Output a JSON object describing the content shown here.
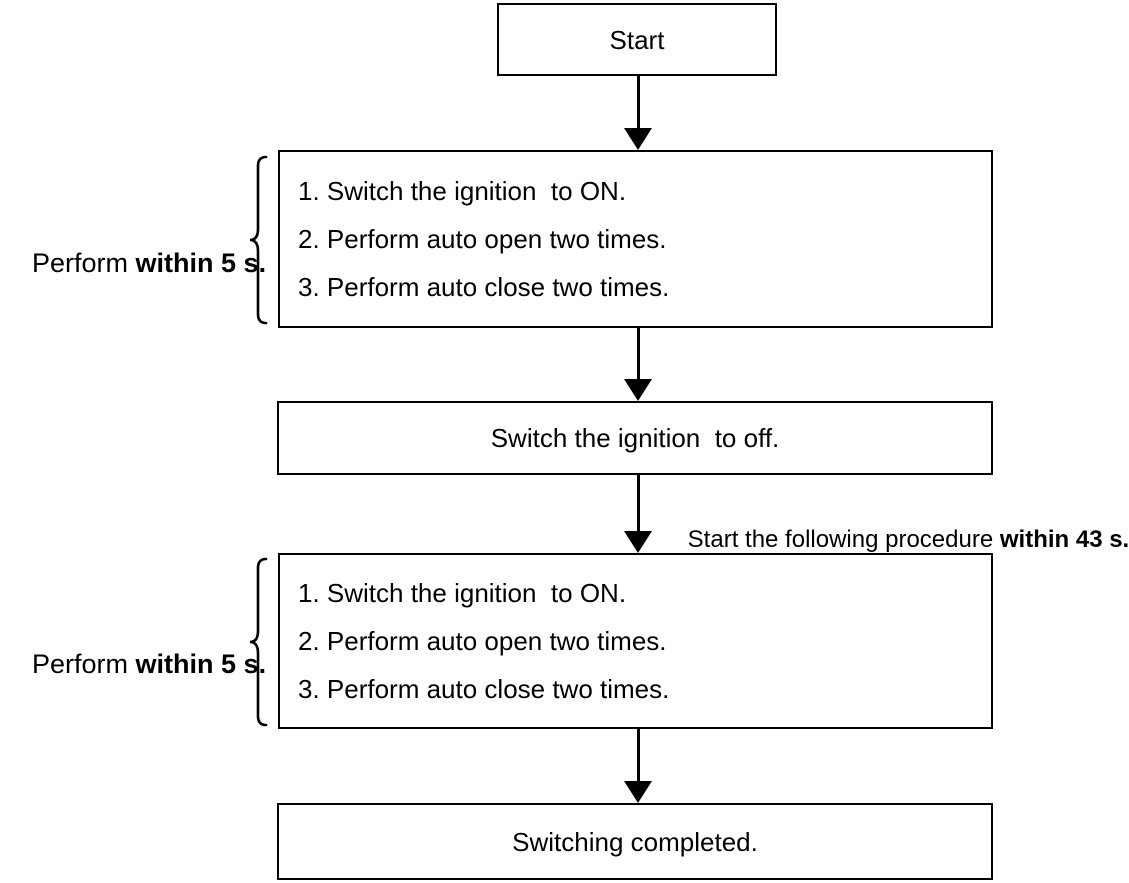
{
  "flowchart": {
    "start_label": "Start",
    "block1": {
      "items": [
        "1. Switch the ignition  to ON.",
        "2. Perform auto open two times.",
        "3. Perform auto close two times."
      ],
      "side_label": {
        "prefix": "Perform ",
        "bold": "within 5 s."
      }
    },
    "ignition_off_label": "Switch the ignition  to off.",
    "timing_note": {
      "prefix": "Start the following procedure ",
      "bold": "within 43 s."
    },
    "block2": {
      "items": [
        "1. Switch the ignition  to ON.",
        "2. Perform auto open two times.",
        "3. Perform auto close two times."
      ],
      "side_label": {
        "prefix": "Perform ",
        "bold": "within 5 s."
      }
    },
    "completed_label": "Switching completed."
  },
  "colors": {
    "line": "#000000",
    "background": "#ffffff",
    "text": "#000000"
  }
}
